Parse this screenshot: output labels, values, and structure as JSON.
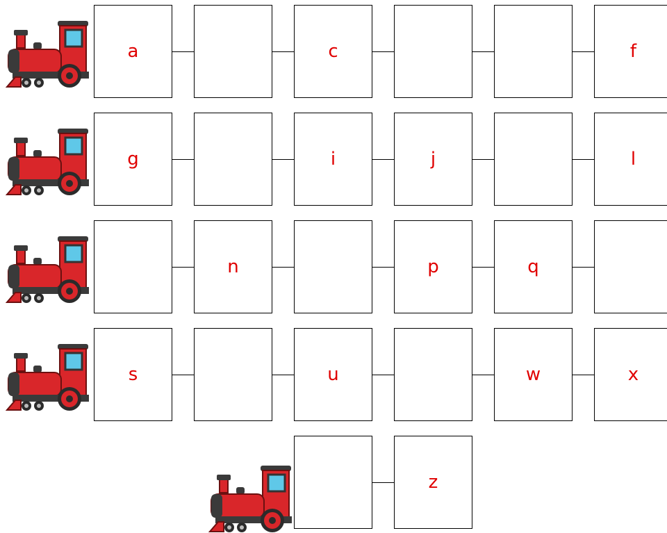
{
  "colors": {
    "letter": "#e00000",
    "border": "#000000",
    "train_red": "#d9262a",
    "train_dark": "#3a3a3a"
  },
  "icons": {
    "train": "steam-locomotive-icon"
  },
  "rows": [
    {
      "cells": [
        "a",
        "",
        "c",
        "",
        "",
        "f"
      ]
    },
    {
      "cells": [
        "g",
        "",
        "i",
        "j",
        "",
        "l"
      ]
    },
    {
      "cells": [
        "",
        "n",
        "",
        "p",
        "q",
        ""
      ]
    },
    {
      "cells": [
        "s",
        "",
        "u",
        "",
        "w",
        "x"
      ]
    },
    {
      "cells": [
        "",
        "z"
      ]
    }
  ]
}
